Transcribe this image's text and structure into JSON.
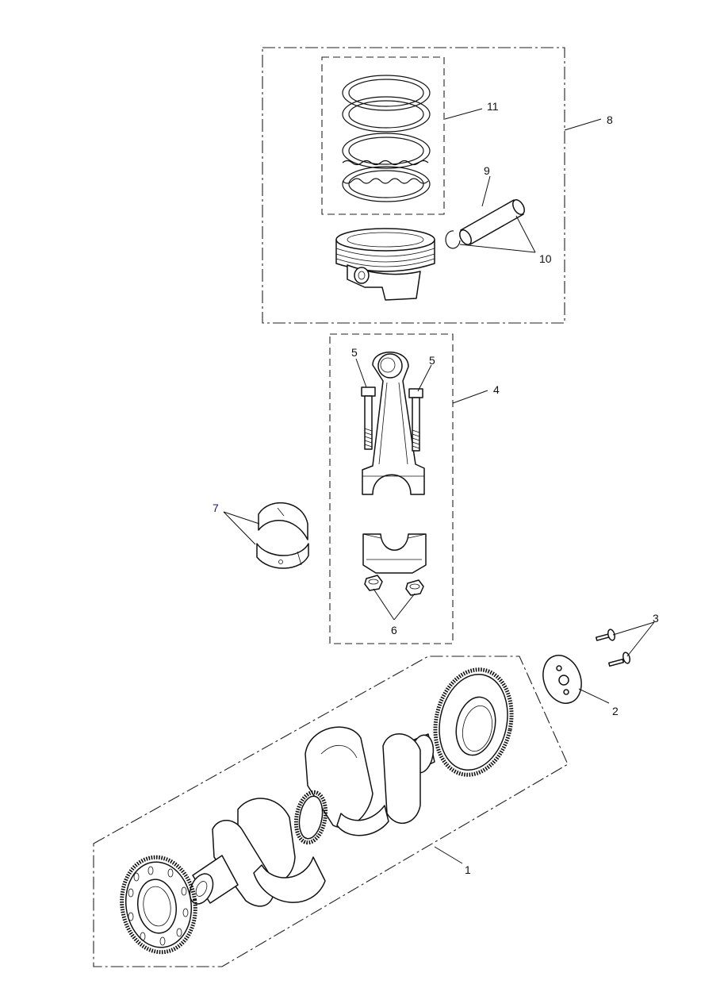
{
  "colors": {
    "line": "#111111",
    "background": "#ffffff",
    "callout_7": "#1a1a6e"
  },
  "callouts": [
    {
      "id": "c1",
      "text": "1"
    },
    {
      "id": "c2",
      "text": "2"
    },
    {
      "id": "c3",
      "text": "3"
    },
    {
      "id": "c4",
      "text": "4"
    },
    {
      "id": "c5a",
      "text": "5"
    },
    {
      "id": "c5b",
      "text": "5"
    },
    {
      "id": "c6",
      "text": "6"
    },
    {
      "id": "c7",
      "text": "7"
    },
    {
      "id": "c8",
      "text": "8"
    },
    {
      "id": "c9",
      "text": "9"
    },
    {
      "id": "c10",
      "text": "10"
    },
    {
      "id": "c11",
      "text": "11"
    }
  ]
}
